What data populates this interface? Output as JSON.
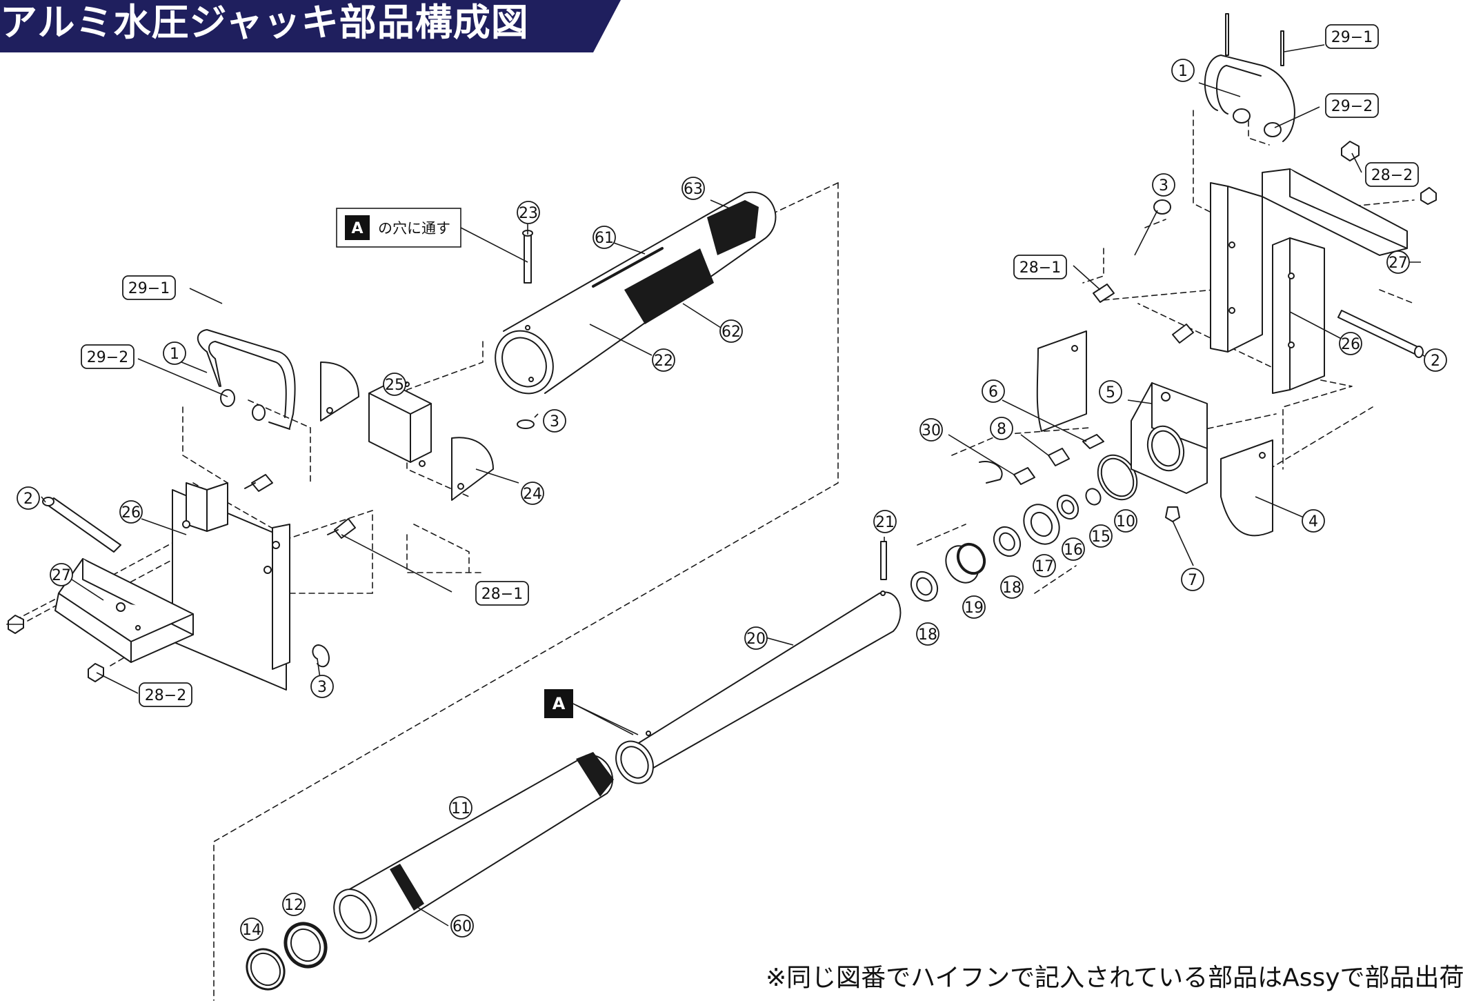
{
  "title": "アルミ水圧ジャッキ部品構成図",
  "footnote": "※同じ図番でハイフンで記入されている部品はAssyで部品出荷",
  "marker_a": "A",
  "callout_note": {
    "badge": "A",
    "text": "の穴に通す"
  },
  "colors": {
    "banner": "#1f1f5e",
    "ink": "#1a1a1a"
  },
  "part_numbers": {
    "p1": "1",
    "p2": "2",
    "p3": "3",
    "p4": "4",
    "p5": "5",
    "p6": "6",
    "p7": "7",
    "p8": "8",
    "p10": "10",
    "p11": "11",
    "p12": "12",
    "p14": "14",
    "p15": "15",
    "p16": "16",
    "p17": "17",
    "p18": "18",
    "p19": "19",
    "p20": "20",
    "p21": "21",
    "p22": "22",
    "p23": "23",
    "p24": "24",
    "p25": "25",
    "p26": "26",
    "p27": "27",
    "p28_1": "28−1",
    "p28_2": "28−2",
    "p29_1": "29−1",
    "p29_2": "29−2",
    "p30": "30",
    "p60": "60",
    "p61": "61",
    "p62": "62",
    "p63": "63"
  }
}
